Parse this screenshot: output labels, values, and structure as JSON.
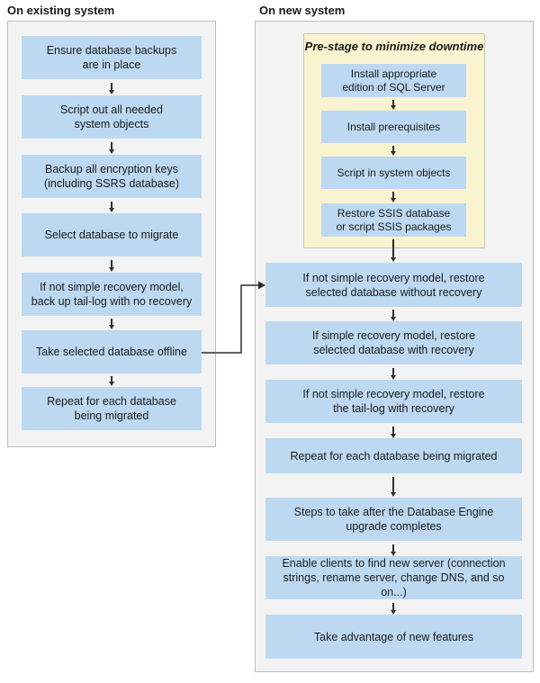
{
  "colors": {
    "step_box_blue": "#bdd9f1",
    "prestage_yellow": "#faf3d0",
    "panel_gray": "#f3f3f3",
    "panel_border_gray": "#bdbdbd",
    "arrow_dark": "#2e2e2e"
  },
  "left_column": {
    "title": "On existing system",
    "steps": [
      "Ensure database backups\nare in place",
      "Script out all needed\nsystem objects",
      "Backup all encryption keys\n(including SSRS database)",
      "Select database to migrate",
      "If not simple recovery model,\nback up tail-log with no recovery",
      "Take selected database offline",
      "Repeat for each database\nbeing migrated"
    ]
  },
  "right_column": {
    "title": "On new system",
    "prestage": {
      "title": "Pre-stage to minimize downtime",
      "steps": [
        "Install appropriate\nedition of SQL Server",
        "Install prerequisites",
        "Script in system objects",
        "Restore SSIS database\nor script SSIS packages"
      ]
    },
    "steps": [
      "If not simple recovery model, restore\nselected database without recovery",
      "If simple recovery model, restore\nselected database with recovery",
      "If not simple recovery model, restore\nthe tail-log with recovery",
      "Repeat for each database being migrated",
      "Steps to take after the Database Engine\nupgrade completes",
      "Enable clients to find new server (connection\nstrings, rename server, change DNS, and so on...)",
      "Take advantage of new features"
    ]
  }
}
